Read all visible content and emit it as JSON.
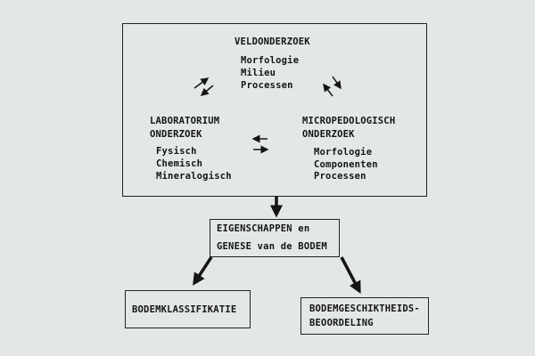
{
  "field": {
    "title": "VELDONDERZOEK",
    "items": [
      "Morfologie",
      "Milieu",
      "Processen"
    ]
  },
  "lab": {
    "title": [
      "LABORATORIUM",
      "ONDERZOEK"
    ],
    "items": [
      "Fysisch",
      "Chemisch",
      "Mineralogisch"
    ]
  },
  "micro": {
    "title": [
      "MICROPEDOLOGISCH",
      "ONDERZOEK"
    ],
    "items": [
      "Morfologie",
      "Componenten",
      "Processen"
    ]
  },
  "center": {
    "lines": [
      "EIGENSCHAPPEN en",
      "GENESE van de BODEM"
    ]
  },
  "classification": {
    "label": "BODEMKLASSIFIKATIE"
  },
  "suitability": {
    "lines": [
      "BODEMGESCHIKTHEIDS-",
      "BEOORDELING"
    ]
  }
}
